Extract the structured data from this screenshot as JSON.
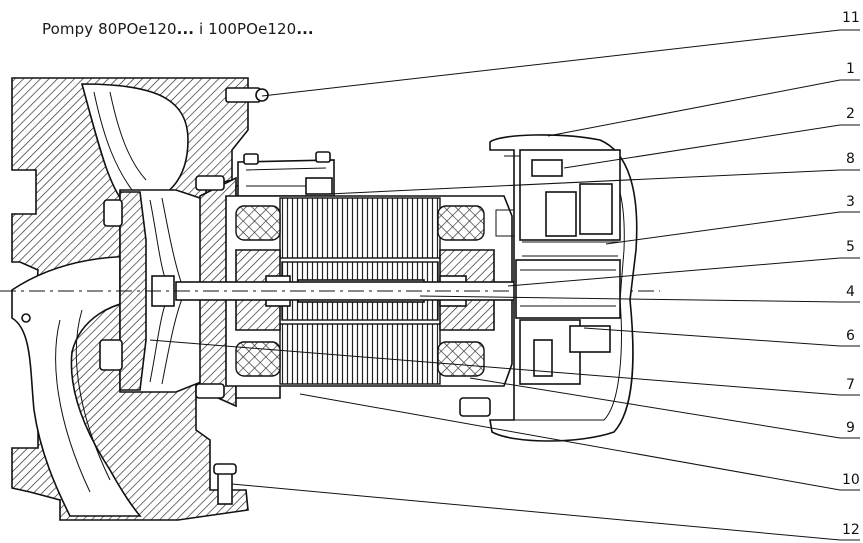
{
  "title": {
    "prefix": "Pompy 80POe120",
    "dots1": "...",
    "middle": " i 100POe120",
    "dots2": "..."
  },
  "callouts": [
    "11",
    "1",
    "2",
    "8",
    "3",
    "5",
    "4",
    "6",
    "7",
    "9",
    "10",
    "12"
  ]
}
